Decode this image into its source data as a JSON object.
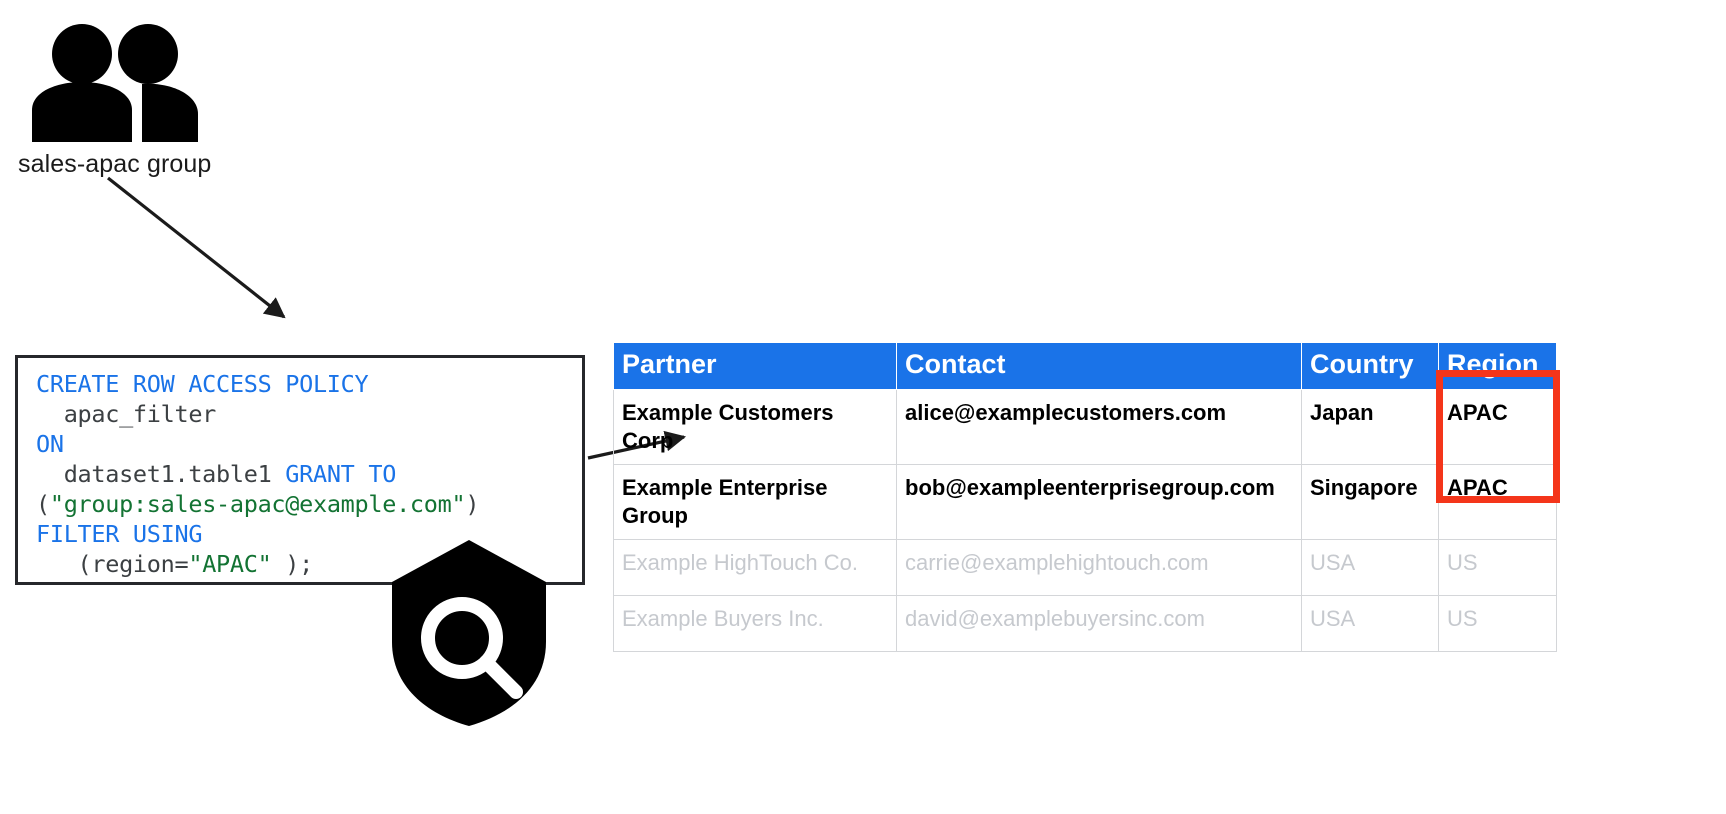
{
  "diagram": {
    "group": {
      "icon": "people-group-icon",
      "label": "sales-apac group"
    },
    "security_icon": "shield-magnifier-icon",
    "arrows": [
      {
        "name": "arrow-group-to-policy",
        "from": "sales-apac group",
        "to": "code-box"
      },
      {
        "name": "arrow-policy-to-table",
        "from": "code-box",
        "to": "partner-table"
      }
    ]
  },
  "code_box": {
    "name": "row-access-policy-sql",
    "language": "sql",
    "colors": {
      "keyword": "#1a73e8",
      "string": "#137333",
      "identifier": "#3c4043",
      "border": "#26272b"
    },
    "lines": [
      {
        "tokens": [
          {
            "t": "CREATE ROW ACCESS POLICY",
            "c": "kw"
          }
        ]
      },
      {
        "tokens": [
          {
            "t": "  apac_filter",
            "c": "id"
          }
        ]
      },
      {
        "tokens": [
          {
            "t": "ON",
            "c": "kw"
          }
        ]
      },
      {
        "tokens": [
          {
            "t": "  dataset1.table1 ",
            "c": "id"
          },
          {
            "t": "GRANT TO",
            "c": "kw"
          }
        ]
      },
      {
        "tokens": [
          {
            "t": "(",
            "c": "id"
          },
          {
            "t": "\"group:sales-apac@example.com\"",
            "c": "str"
          },
          {
            "t": ")",
            "c": "id"
          }
        ]
      },
      {
        "tokens": [
          {
            "t": "FILTER USING",
            "c": "kw"
          }
        ]
      },
      {
        "tokens": [
          {
            "t": "   (region=",
            "c": "id"
          },
          {
            "t": "\"APAC\"",
            "c": "str"
          },
          {
            "t": " );",
            "c": "id"
          }
        ]
      }
    ],
    "plain_text": "CREATE ROW ACCESS POLICY\n  apac_filter\nON\n  dataset1.table1 GRANT TO\n(\"group:sales-apac@example.com\")\nFILTER USING\n   (region=\"APAC\" );"
  },
  "table": {
    "name": "partner-table",
    "header_bg": "#1a73e8",
    "header_fg": "#ffffff",
    "columns": [
      "Partner",
      "Contact",
      "Country",
      "Region"
    ],
    "rows": [
      {
        "state": "visible",
        "cells": [
          "Example Customers Corp",
          "alice@examplecustomers.com",
          "Japan",
          "APAC"
        ]
      },
      {
        "state": "visible",
        "cells": [
          "Example Enterprise Group",
          "bob@exampleenterprisegroup.com",
          "Singapore",
          "APAC"
        ]
      },
      {
        "state": "filtered-out",
        "cells": [
          "Example HighTouch Co.",
          "carrie@examplehightouch.com",
          "USA",
          "US"
        ]
      },
      {
        "state": "filtered-out",
        "cells": [
          "Example Buyers Inc.",
          "david@examplebuyersinc.com",
          "USA",
          "US"
        ]
      }
    ],
    "highlight": {
      "name": "region-highlight-box",
      "color": "#f4351a",
      "covers": "Region column, rows 1-2"
    }
  }
}
